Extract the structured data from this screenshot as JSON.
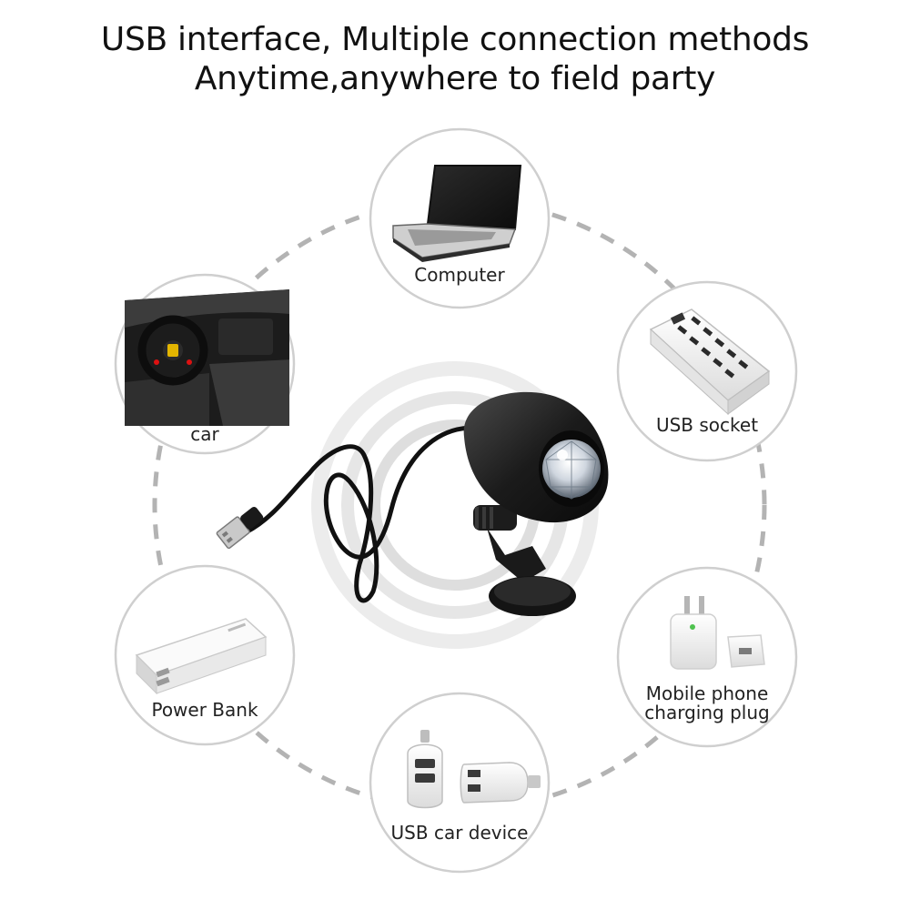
{
  "headline": {
    "line1": "USB interface, Multiple connection methods",
    "line2": "Anytime,anywhere to field party"
  },
  "nodes": {
    "computer": {
      "label": "Computer",
      "icon": "laptop-icon"
    },
    "usb_socket": {
      "label": "USB socket",
      "icon": "usb-hub-icon"
    },
    "phone_plug": {
      "label_line1": "Mobile phone",
      "label_line2": "charging plug",
      "icon": "wall-charger-icon"
    },
    "car_device": {
      "label": "USB car device",
      "icon": "car-charger-icon"
    },
    "power_bank": {
      "label": "Power Bank",
      "icon": "power-bank-icon"
    },
    "car": {
      "label": "car",
      "icon": "car-interior-icon"
    }
  },
  "center": {
    "icon": "usb-disco-light-icon"
  },
  "colors": {
    "ring": "#b3b3b3",
    "circle_border": "#cfcfcf",
    "text": "#111111",
    "lamp": "#1f1f1f"
  }
}
